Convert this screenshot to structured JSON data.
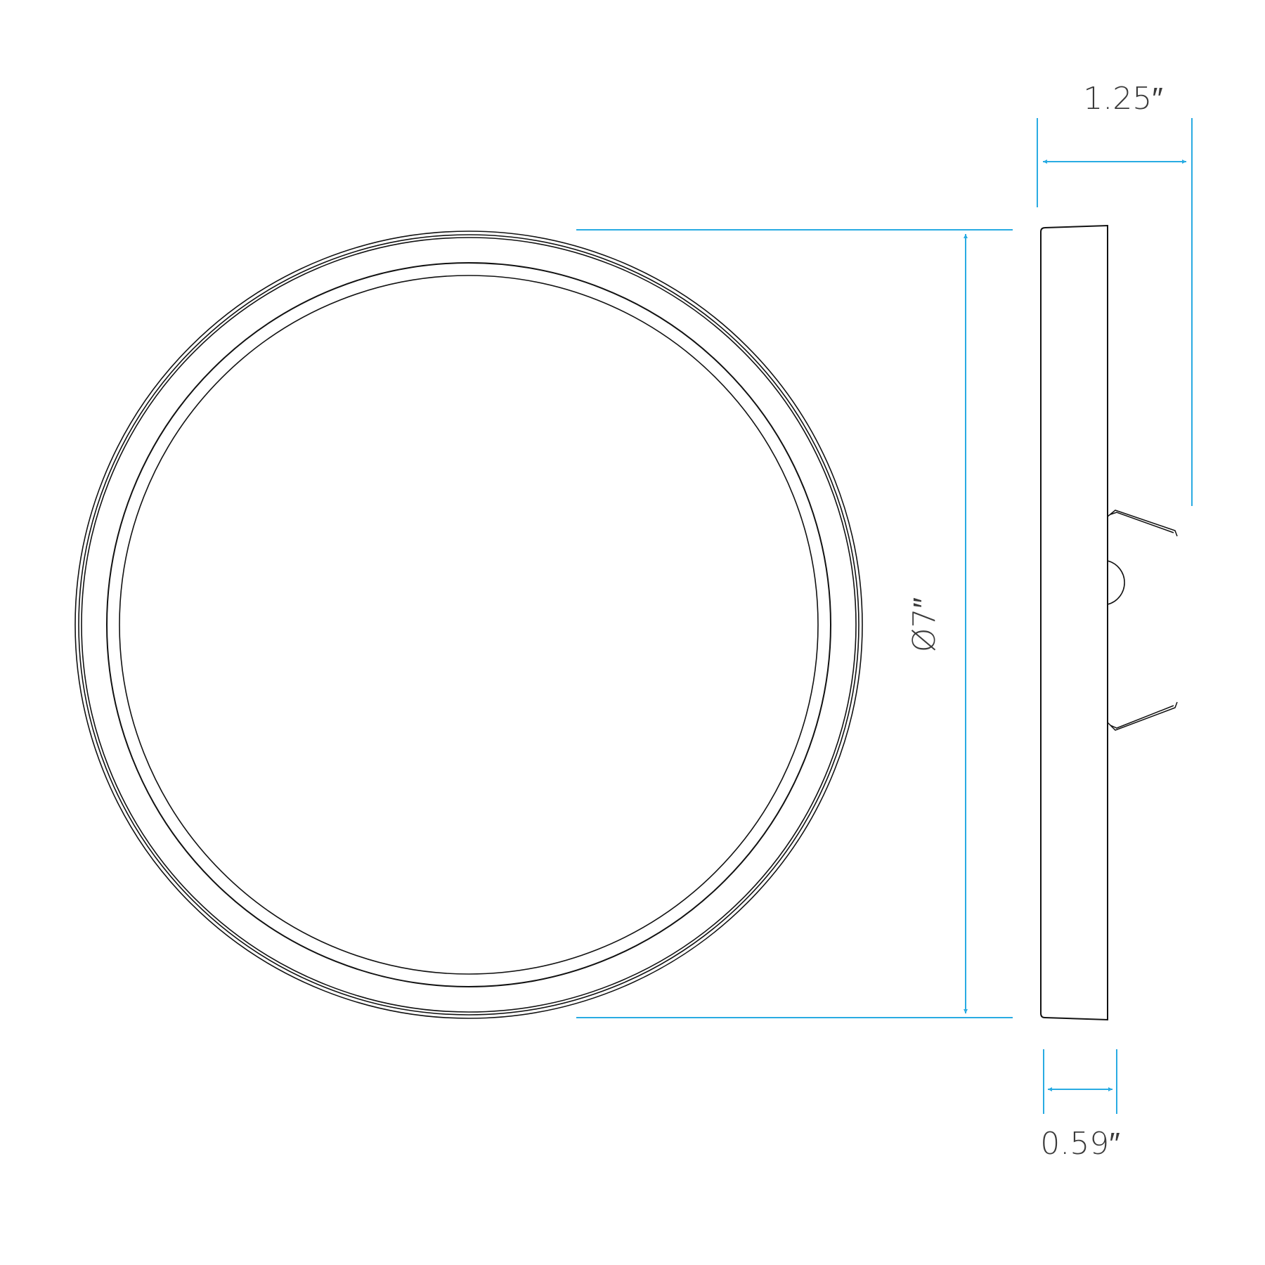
{
  "dimensions": {
    "height_total": "1.25″",
    "diameter": "Ø7″",
    "thickness": "0.59″"
  },
  "colors": {
    "dimension_line": "#29abe2",
    "outline": "#111111",
    "text": "#3a3a3a"
  }
}
